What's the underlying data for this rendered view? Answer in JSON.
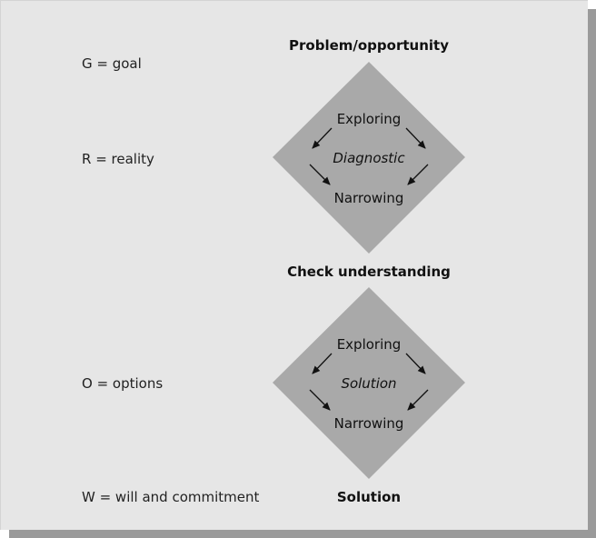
{
  "legend": {
    "g": "G = goal",
    "r": "R = reality",
    "o": "O = options",
    "w": "W = will and commitment"
  },
  "stages": {
    "start": "Problem/opportunity",
    "middle": "Check understanding",
    "end": "Solution"
  },
  "diamonds": [
    {
      "top_label": "Exploring",
      "center_label": "Diagnostic",
      "bottom_label": "Narrowing"
    },
    {
      "top_label": "Exploring",
      "center_label": "Solution",
      "bottom_label": "Narrowing"
    }
  ],
  "colors": {
    "background": "#e6e6e6",
    "diamond_fill": "#a9a9a9",
    "shadow": "#9a9a9a",
    "text": "#111111"
  }
}
